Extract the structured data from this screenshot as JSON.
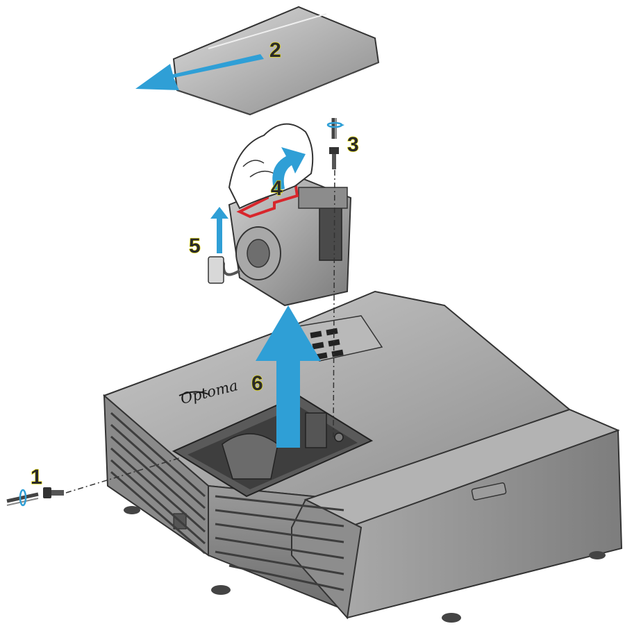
{
  "brand_logo_text": "Optoma",
  "steps": [
    {
      "number": "1",
      "name": "remove-lamp-cover-screw"
    },
    {
      "number": "2",
      "name": "slide-off-lamp-cover"
    },
    {
      "number": "3",
      "name": "loosen-lamp-module-screw"
    },
    {
      "number": "4",
      "name": "lift-lamp-handle"
    },
    {
      "number": "5",
      "name": "disconnect-lamp-connector"
    },
    {
      "number": "6",
      "name": "lift-lamp-module-out"
    }
  ],
  "colors": {
    "arrow": "#2f9fd6",
    "step_label_outline": "#f2e600",
    "handle": "#d8262c",
    "projector_body": "#9a9a9a"
  }
}
